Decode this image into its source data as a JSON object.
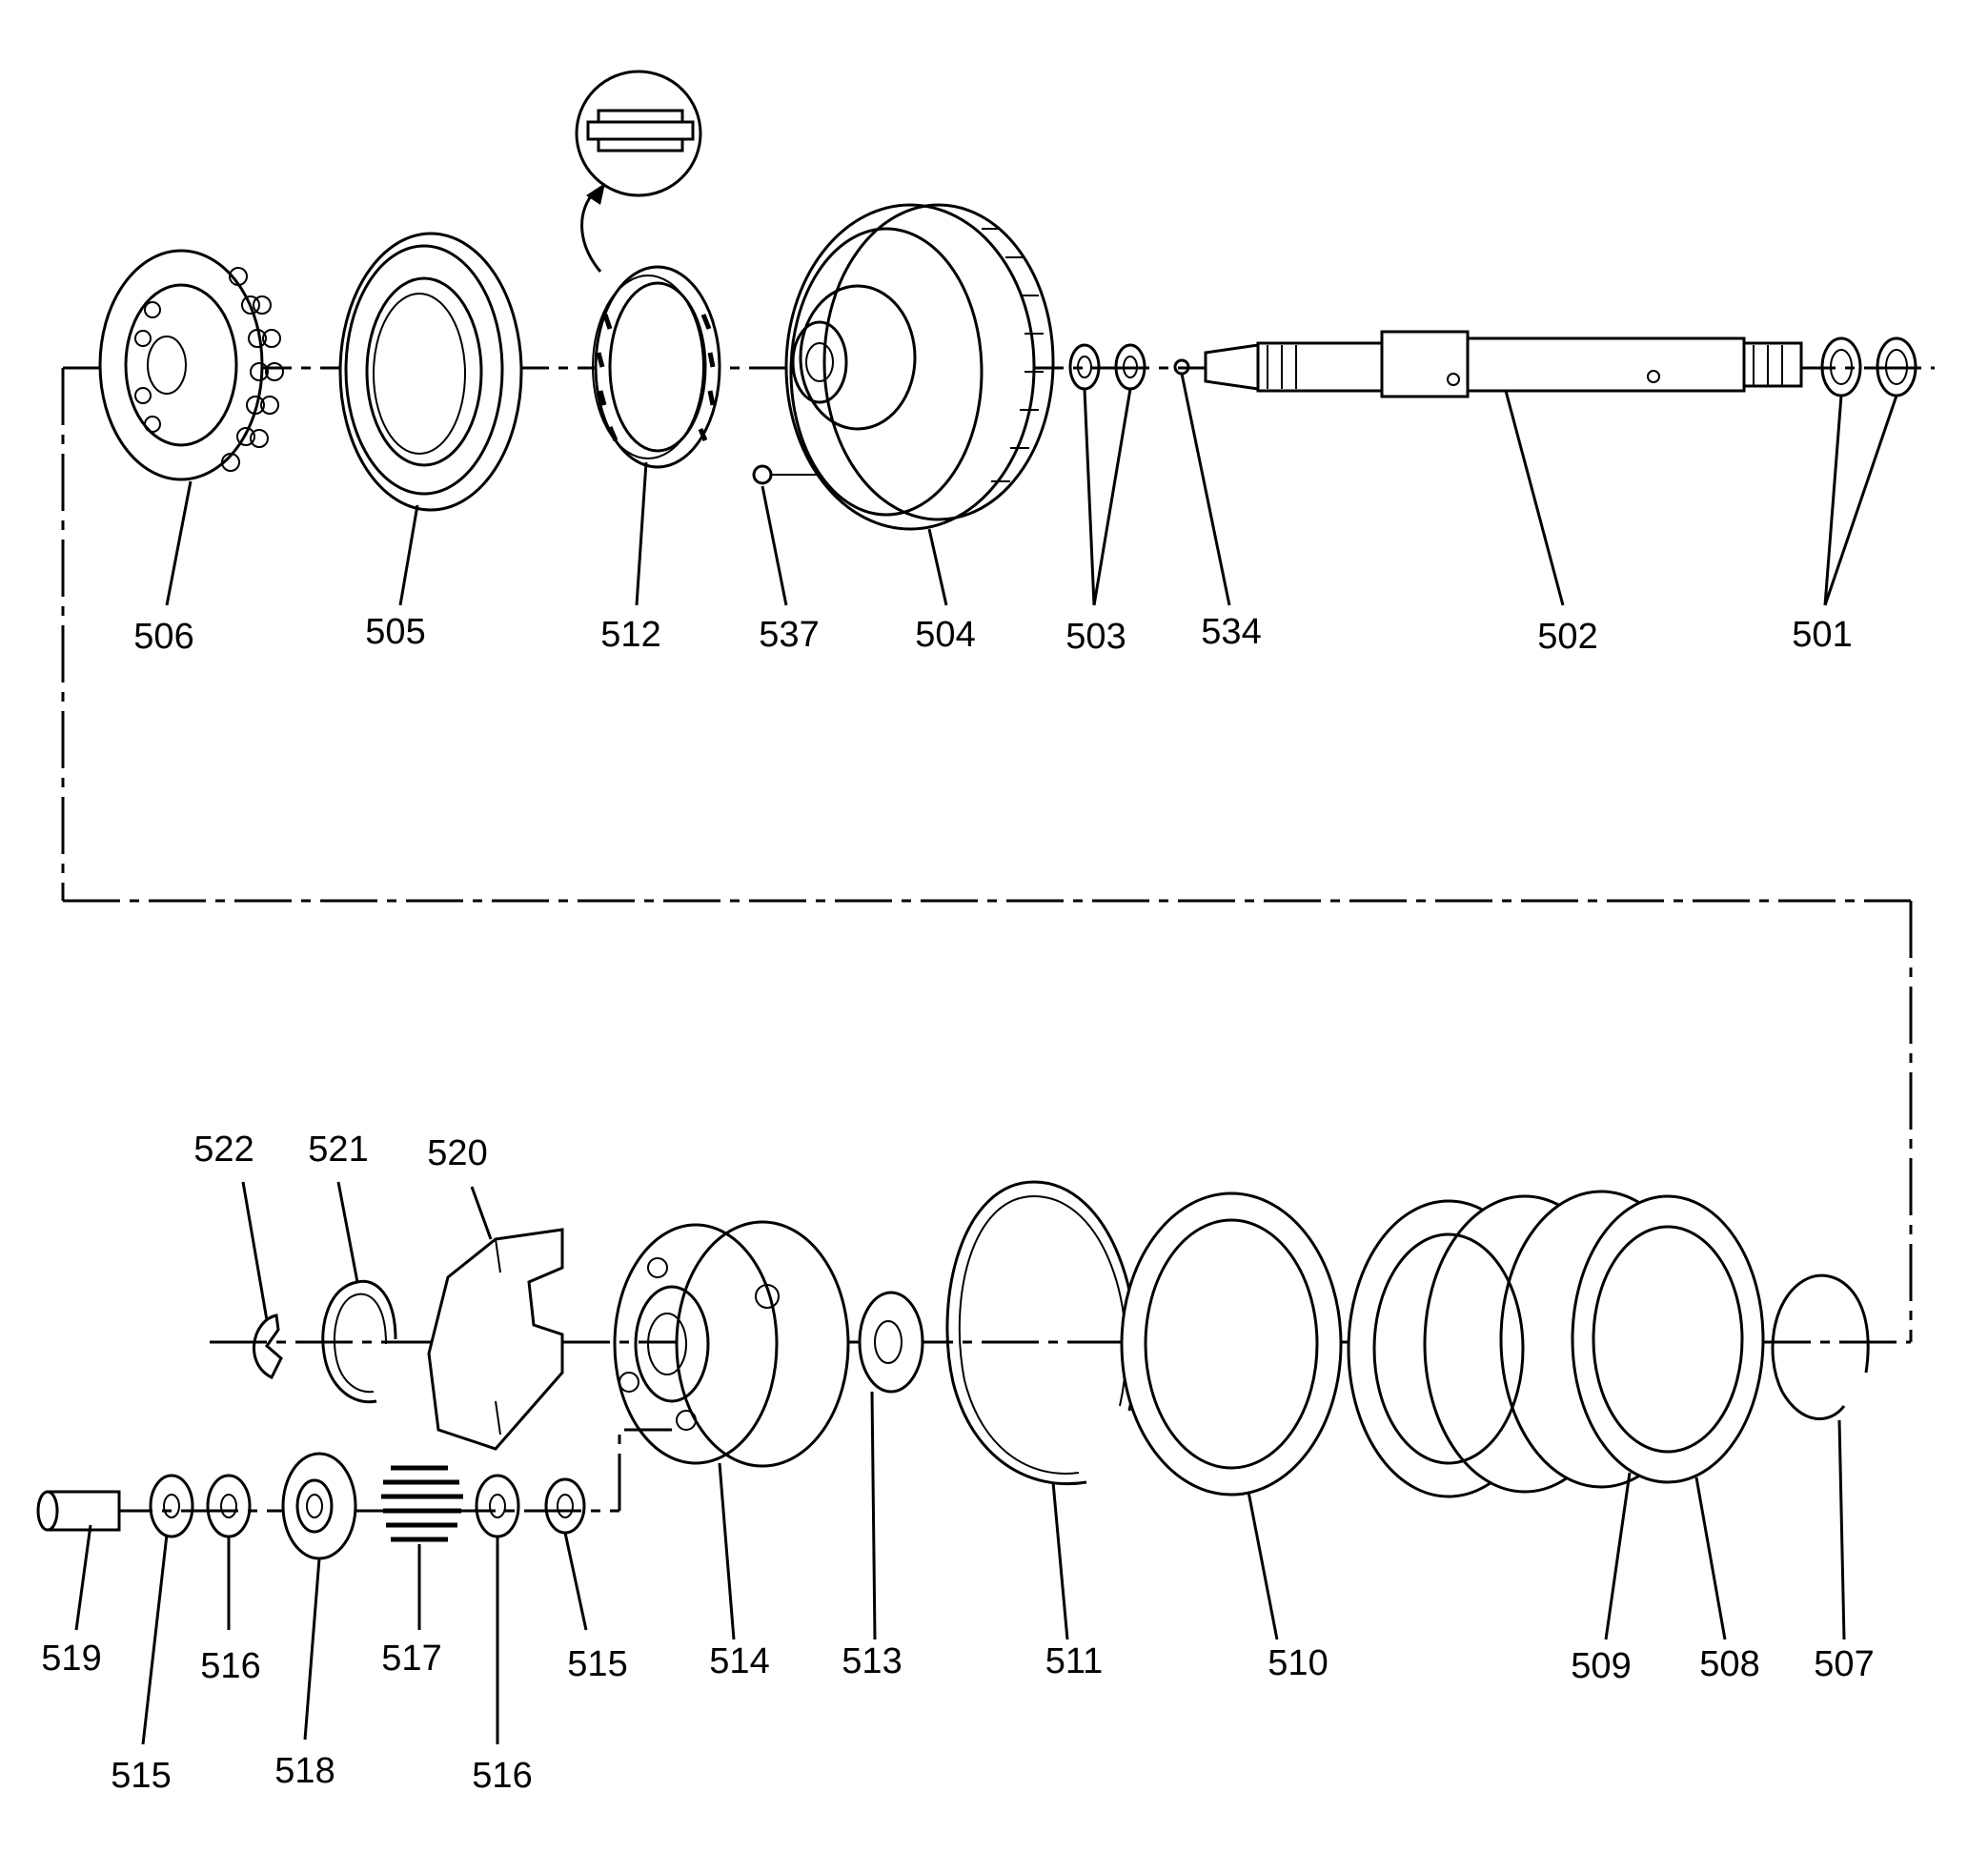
{
  "diagram": {
    "parts": [
      {
        "id": "506"
      },
      {
        "id": "505"
      },
      {
        "id": "512"
      },
      {
        "id": "537"
      },
      {
        "id": "504"
      },
      {
        "id": "503"
      },
      {
        "id": "534"
      },
      {
        "id": "502"
      },
      {
        "id": "501"
      },
      {
        "id": "522"
      },
      {
        "id": "521"
      },
      {
        "id": "520"
      },
      {
        "id": "519"
      },
      {
        "id": "515"
      },
      {
        "id": "516"
      },
      {
        "id": "518"
      },
      {
        "id": "517"
      },
      {
        "id": "514"
      },
      {
        "id": "513"
      },
      {
        "id": "511"
      },
      {
        "id": "510"
      },
      {
        "id": "509"
      },
      {
        "id": "508"
      },
      {
        "id": "507"
      }
    ],
    "labels": {
      "l506": "506",
      "l505": "505",
      "l512": "512",
      "l537": "537",
      "l504": "504",
      "l503": "503",
      "l534": "534",
      "l502": "502",
      "l501": "501",
      "l522": "522",
      "l521": "521",
      "l520": "520",
      "l519": "519",
      "l516a": "516",
      "l517": "517",
      "l515a": "515",
      "l514": "514",
      "l513": "513",
      "l511": "511",
      "l510": "510",
      "l509": "509",
      "l508": "508",
      "l507": "507",
      "l515b": "515",
      "l518": "518",
      "l516b": "516"
    }
  }
}
